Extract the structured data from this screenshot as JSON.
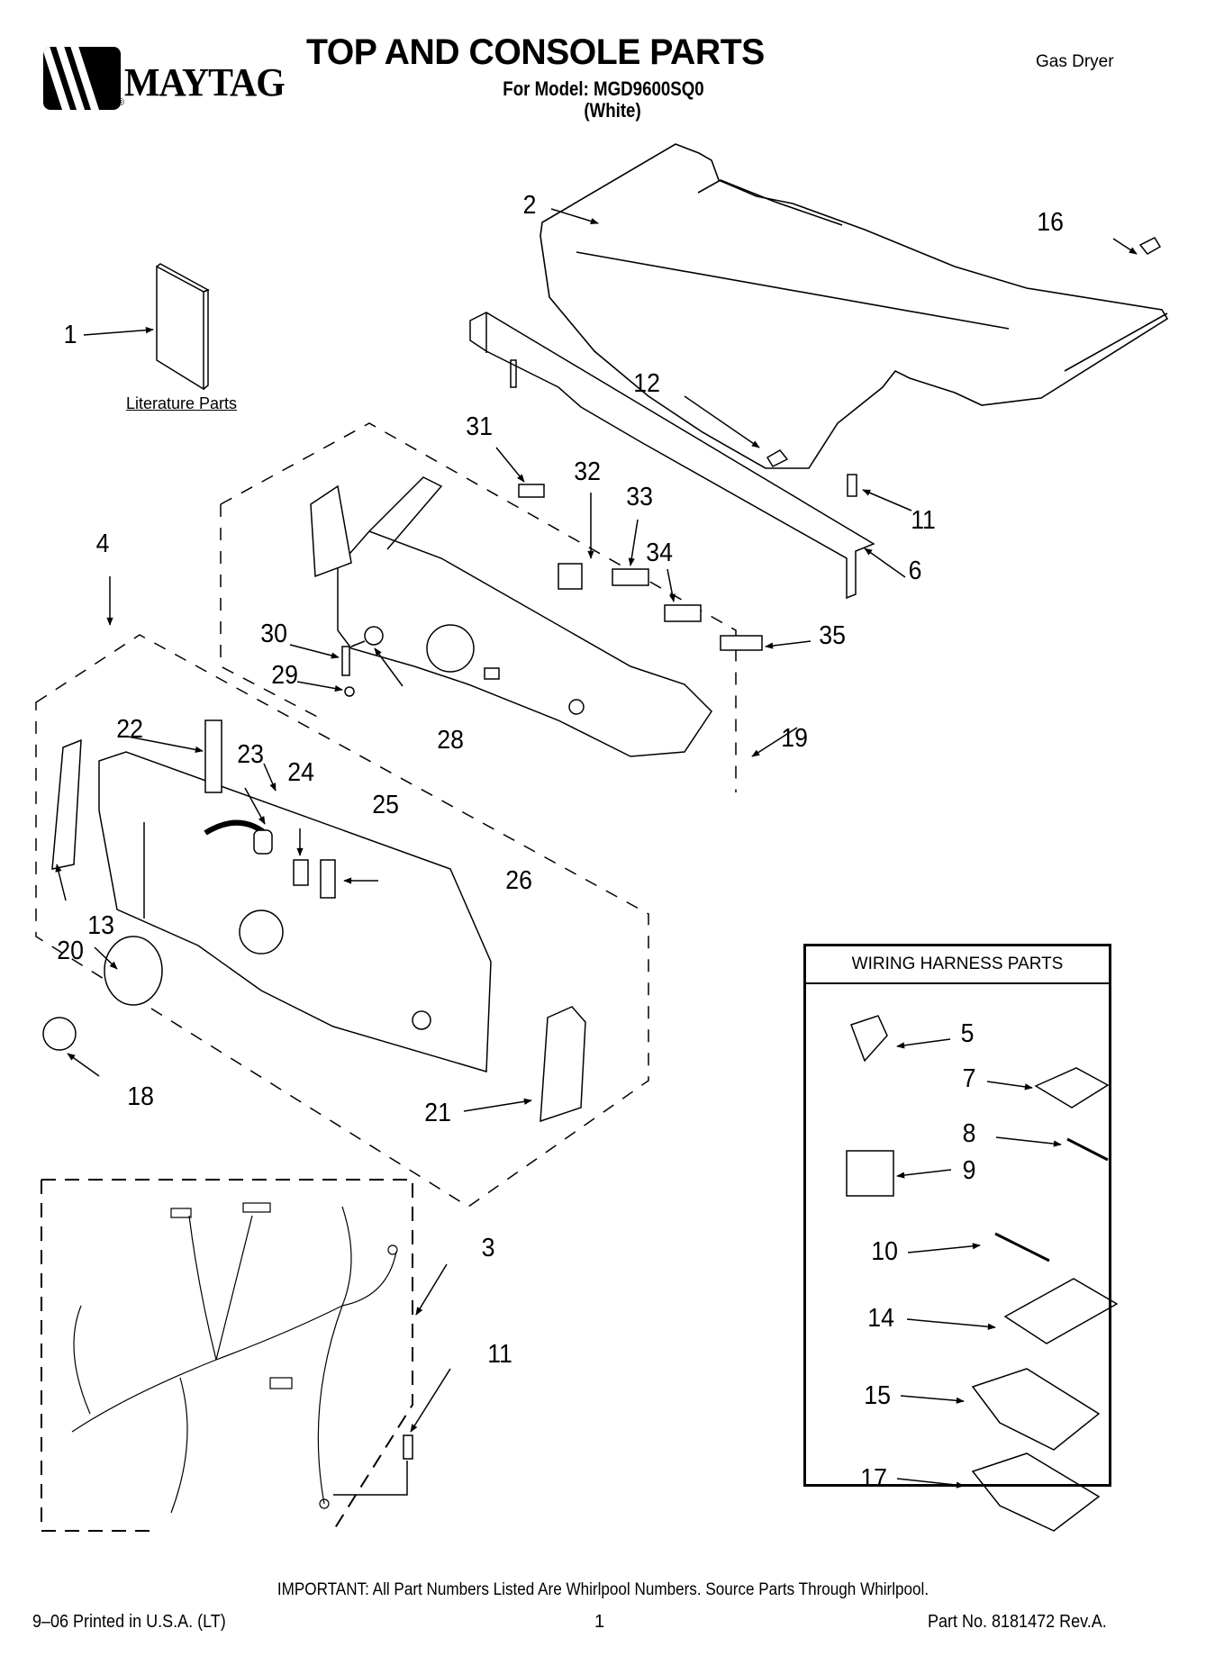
{
  "header": {
    "brand": "MAYTAG",
    "registered_mark": "®",
    "title": "TOP AND CONSOLE PARTS",
    "model_line": "For Model: MGD9600SQ0",
    "variant": "(White)",
    "appliance_type": "Gas Dryer"
  },
  "diagram": {
    "literature_label": "Literature Parts",
    "callouts": [
      {
        "id": "c1",
        "label": "1"
      },
      {
        "id": "c2",
        "label": "2"
      },
      {
        "id": "c3",
        "label": "3"
      },
      {
        "id": "c4",
        "label": "4"
      },
      {
        "id": "c6",
        "label": "6"
      },
      {
        "id": "c11a",
        "label": "11"
      },
      {
        "id": "c11b",
        "label": "11"
      },
      {
        "id": "c12",
        "label": "12"
      },
      {
        "id": "c13",
        "label": "13"
      },
      {
        "id": "c16",
        "label": "16"
      },
      {
        "id": "c18",
        "label": "18"
      },
      {
        "id": "c19",
        "label": "19"
      },
      {
        "id": "c20",
        "label": "20"
      },
      {
        "id": "c21",
        "label": "21"
      },
      {
        "id": "c22",
        "label": "22"
      },
      {
        "id": "c23",
        "label": "23"
      },
      {
        "id": "c24",
        "label": "24"
      },
      {
        "id": "c25",
        "label": "25"
      },
      {
        "id": "c26",
        "label": "26"
      },
      {
        "id": "c28",
        "label": "28"
      },
      {
        "id": "c29",
        "label": "29"
      },
      {
        "id": "c30",
        "label": "30"
      },
      {
        "id": "c31",
        "label": "31"
      },
      {
        "id": "c32",
        "label": "32"
      },
      {
        "id": "c33",
        "label": "33"
      },
      {
        "id": "c34",
        "label": "34"
      },
      {
        "id": "c35",
        "label": "35"
      }
    ]
  },
  "wiring_harness": {
    "title": "WIRING HARNESS PARTS",
    "callouts": [
      {
        "id": "w5",
        "label": "5"
      },
      {
        "id": "w7",
        "label": "7"
      },
      {
        "id": "w8",
        "label": "8"
      },
      {
        "id": "w9",
        "label": "9"
      },
      {
        "id": "w10",
        "label": "10"
      },
      {
        "id": "w14",
        "label": "14"
      },
      {
        "id": "w15",
        "label": "15"
      },
      {
        "id": "w17",
        "label": "17"
      }
    ]
  },
  "footer": {
    "important": "IMPORTANT: All Part Numbers Listed Are Whirlpool Numbers. Source Parts Through Whirlpool.",
    "printed": "9–06 Printed in U.S.A. (LT)",
    "page": "1",
    "part_no": "Part No. 8181472 Rev.A."
  }
}
